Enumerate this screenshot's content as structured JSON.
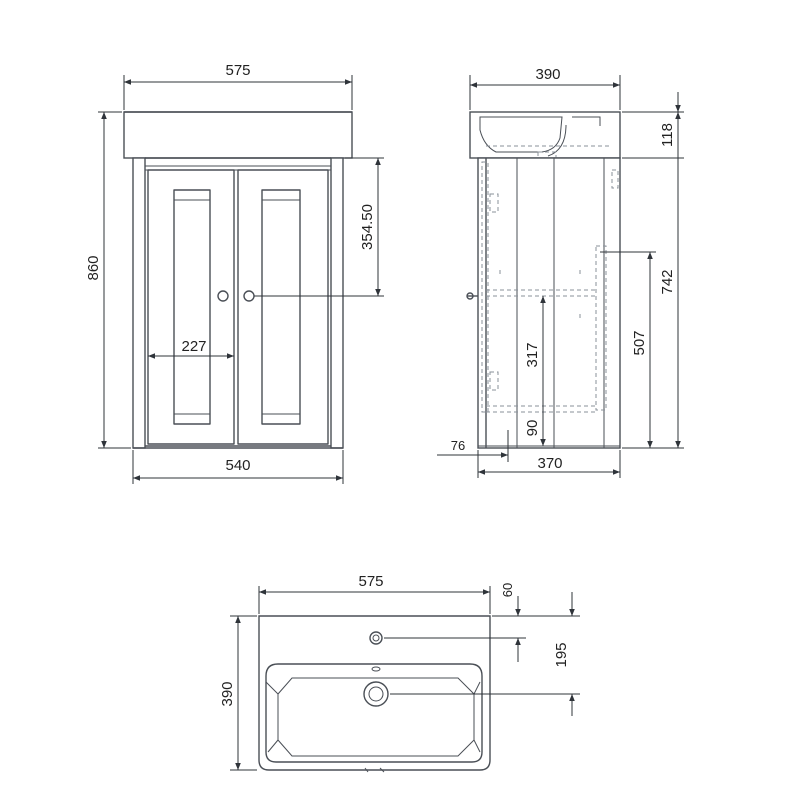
{
  "front_view": {
    "width_top": "575",
    "width_bottom": "540",
    "height_total": "860",
    "handle_height": "354.50",
    "door_width": "227"
  },
  "side_view": {
    "depth_top": "390",
    "depth_bottom": "370",
    "basin_height": "118",
    "cabinet_height": "742",
    "inner_height": "507",
    "shelf_height": "317",
    "plinth_height": "90",
    "handle_projection": "76"
  },
  "plan_view": {
    "width": "575",
    "depth": "390",
    "tap_hole_offset": "60",
    "waste_offset": "195"
  }
}
